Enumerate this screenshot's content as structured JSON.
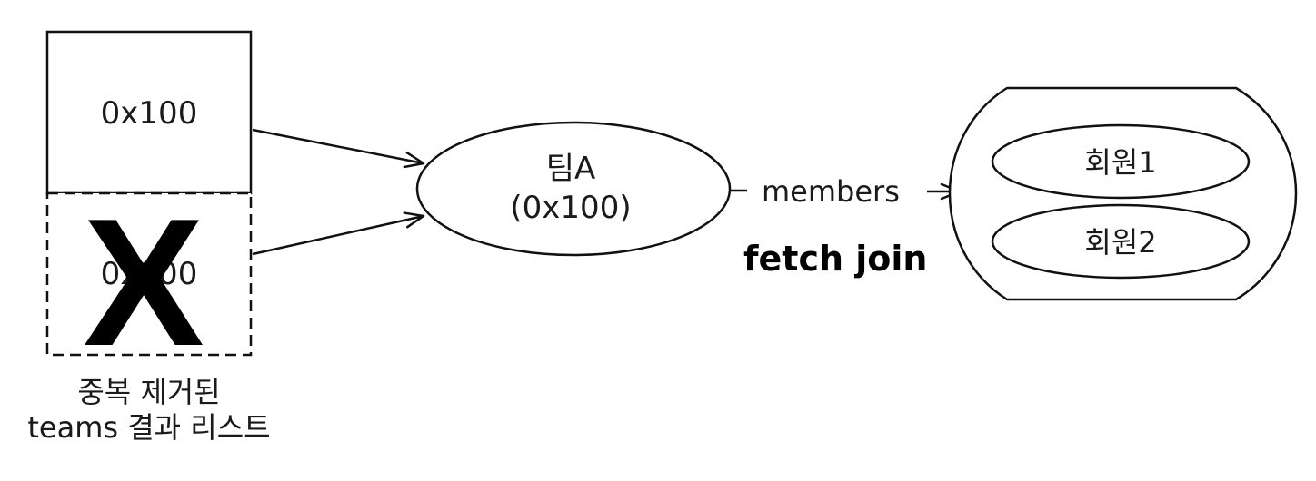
{
  "result_list": {
    "row1_address": "0x100",
    "row2_address": "0x100",
    "caption_line1": "중복 제거된",
    "caption_line2": "teams 결과 리스트"
  },
  "team": {
    "name": "팀A",
    "address": "(0x100)"
  },
  "association": {
    "label": "members",
    "strategy": "fetch join"
  },
  "members": [
    {
      "name": "회원1"
    },
    {
      "name": "회원2"
    }
  ],
  "removed_mark": "X"
}
